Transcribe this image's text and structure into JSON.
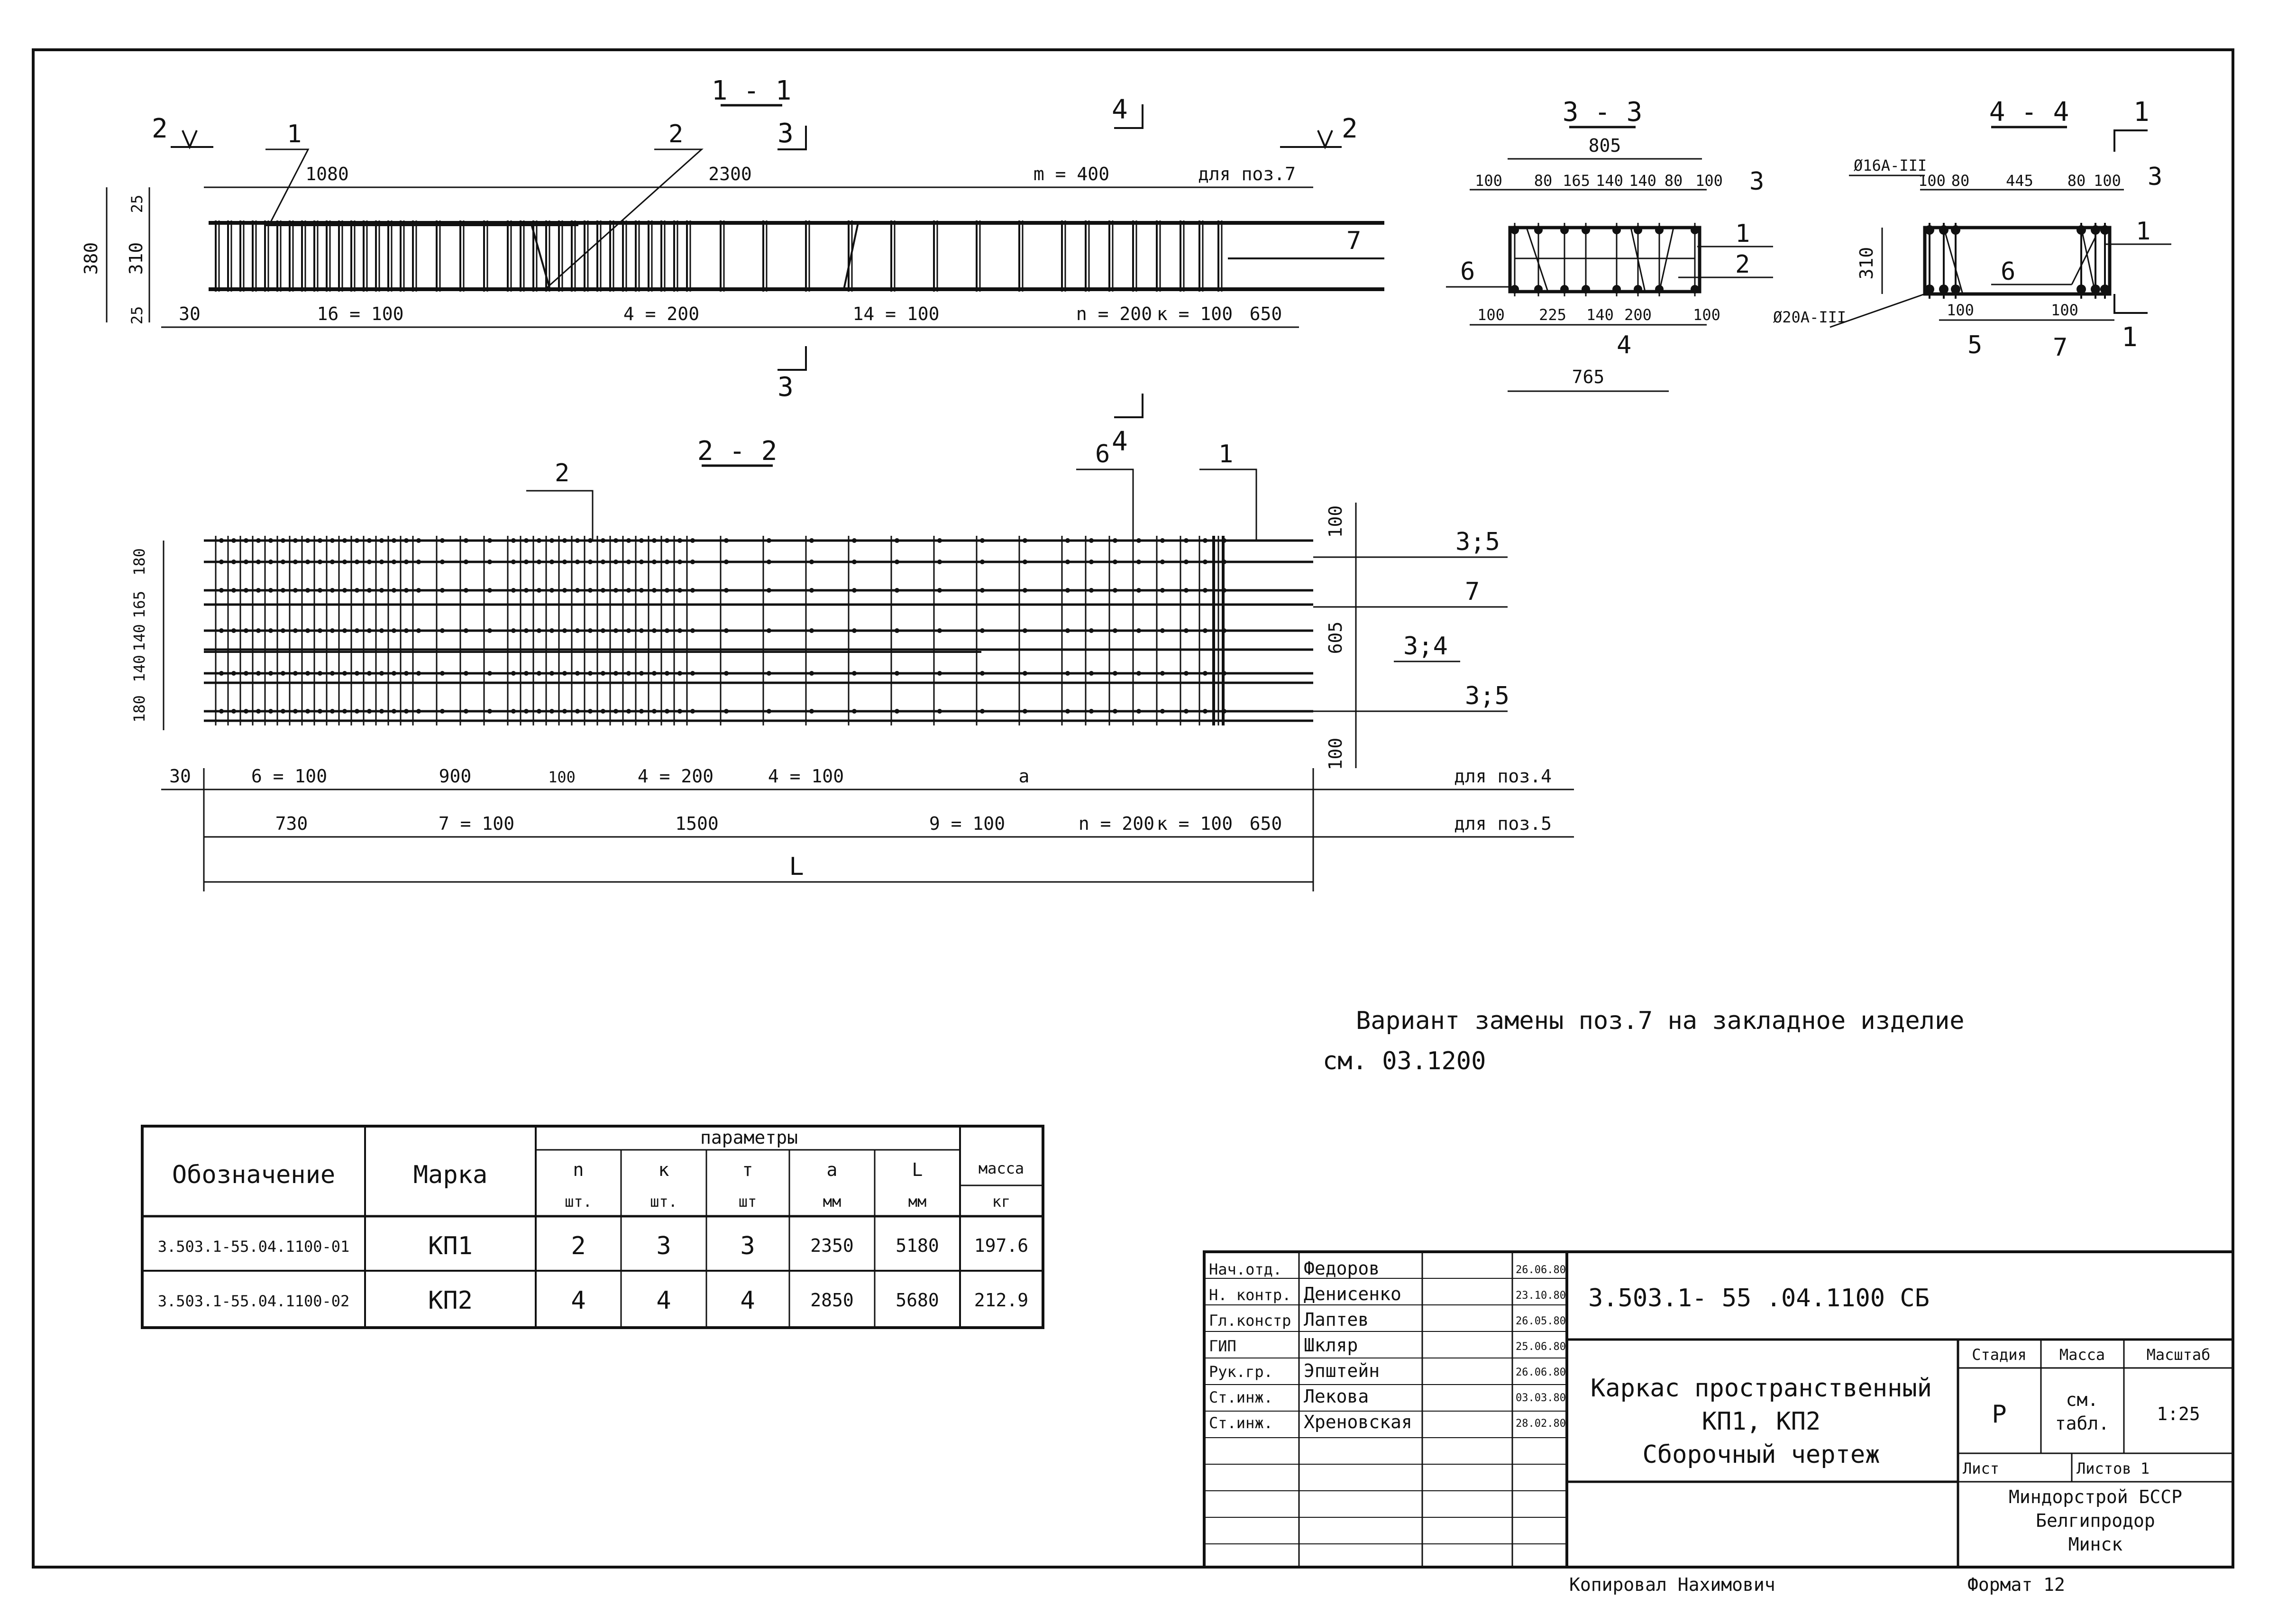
{
  "view_1_1": {
    "title": "1 - 1",
    "section_marks": [
      "2",
      "3",
      "4",
      "2"
    ],
    "section_marks_bottom": [
      "3",
      "4"
    ],
    "pos_labels": [
      "1",
      "2",
      "7"
    ],
    "top_dims": [
      "1080",
      "2300",
      "m = 400",
      "для поз.7"
    ],
    "bottom_dims": [
      "30",
      "16 = 100",
      "4 = 200",
      "14 = 100",
      "n = 200",
      "к = 100",
      "650"
    ],
    "height_dims": [
      "380",
      "25",
      "310",
      "25"
    ]
  },
  "view_2_2": {
    "title": "2 - 2",
    "pos_labels": [
      "2",
      "6",
      "1"
    ],
    "right_labels": [
      "3;5",
      "7",
      "3;4",
      "3;5"
    ],
    "right_dims": [
      "100",
      "605",
      "100"
    ],
    "left_dims": [
      "180",
      "165",
      "140",
      "140",
      "180"
    ],
    "row1_dims": [
      "30",
      "6 = 100",
      "900",
      "100",
      "4 = 200",
      "4 = 100",
      "a",
      "для поз.4"
    ],
    "row2_dims": [
      "730",
      "7 = 100",
      "1500",
      "9 = 100",
      "n = 200",
      "к = 100",
      "650",
      "для поз.5"
    ],
    "total_dim": "L"
  },
  "view_3_3": {
    "title": "3 - 3",
    "top_total": "805",
    "top_dims": [
      "100",
      "80",
      "165",
      "140",
      "140",
      "80",
      "100"
    ],
    "bottom_dims": [
      "100",
      "225",
      "140",
      "200",
      "100"
    ],
    "bottom_total": "765",
    "pos_labels": [
      "3",
      "1",
      "2",
      "6",
      "4"
    ]
  },
  "view_4_4": {
    "title": "4 - 4",
    "top_dims": [
      "100",
      "80",
      "445",
      "80",
      "100"
    ],
    "bar_top": "Ø16А-III",
    "bar_bottom": "Ø20А-III",
    "height": "310",
    "pos_labels": [
      "3",
      "1",
      "6",
      "5",
      "7"
    ],
    "bottom_dims": [
      "100",
      "100"
    ],
    "section_marks": [
      "1",
      "1"
    ]
  },
  "note": {
    "line1": "Вариант замены поз.7 на закладное изделие",
    "line2": "см. 03.1200"
  },
  "params_table": {
    "header_designation": "Обозначение",
    "header_mark": "Марка",
    "header_params": "параметры",
    "header_mass": "масса",
    "columns": [
      {
        "name": "n",
        "unit": "шт."
      },
      {
        "name": "к",
        "unit": "шт."
      },
      {
        "name": "т",
        "unit": "шт"
      },
      {
        "name": "а",
        "unit": "мм"
      },
      {
        "name": "L",
        "unit": "мм"
      }
    ],
    "mass_unit": "кг",
    "rows": [
      {
        "designation": "3.503.1-55.04.1100-01",
        "mark": "КП1",
        "n": "2",
        "k": "3",
        "t": "3",
        "a": "2350",
        "L": "5180",
        "mass": "197.6"
      },
      {
        "designation": "3.503.1-55.04.1100-02",
        "mark": "КП2",
        "n": "4",
        "k": "4",
        "t": "4",
        "a": "2850",
        "L": "5680",
        "mass": "212.9"
      }
    ]
  },
  "title_block": {
    "code": "3.503.1- 55 .04.1100 СБ",
    "people": [
      {
        "role": "Нач.отд.",
        "name": "Федоров",
        "date": "26.06.80"
      },
      {
        "role": "Н. контр.",
        "name": "Денисенко",
        "date": "23.10.80"
      },
      {
        "role": "Гл.констр",
        "name": "Лаптев",
        "date": "26.05.80"
      },
      {
        "role": "ГИП",
        "name": "Шкляр",
        "date": "25.06.80"
      },
      {
        "role": "Рук.гр.",
        "name": "Эпштейн",
        "date": "26.06.80"
      },
      {
        "role": "Ст.инж.",
        "name": "Лекова",
        "date": "03.03.80"
      },
      {
        "role": "Ст.инж.",
        "name": "Хреновская",
        "date": "28.02.80"
      }
    ],
    "title_line1": "Каркас пространственный",
    "title_line2": "КП1, КП2",
    "title_line3": "Сборочный чертеж",
    "stage_label": "Стадия",
    "mass_label": "Масса",
    "scale_label": "Масштаб",
    "stage": "Р",
    "mass_value_1": "см.",
    "mass_value_2": "табл.",
    "scale": "1:25",
    "sheet_label": "Лист",
    "sheets_label": "Листов 1",
    "org_line1": "Миндорстрой БССР",
    "org_line2": "Белгипродор",
    "org_line3": "Минск"
  },
  "footer": {
    "copied": "Копировал Нахимович",
    "format": "Формат 12"
  }
}
